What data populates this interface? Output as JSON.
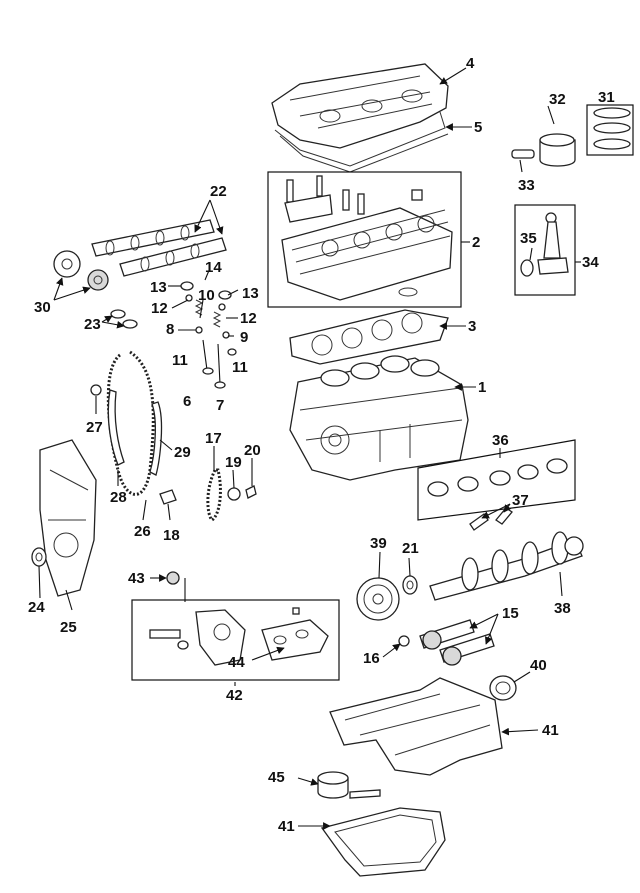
{
  "diagram": {
    "callouts": [
      "1",
      "2",
      "3",
      "4",
      "5",
      "6",
      "7",
      "8",
      "9",
      "10",
      "11",
      "12",
      "13",
      "14",
      "15",
      "16",
      "17",
      "18",
      "19",
      "20",
      "21",
      "22",
      "23",
      "24",
      "25",
      "26",
      "27",
      "28",
      "29",
      "30",
      "31",
      "32",
      "33",
      "34",
      "35",
      "36",
      "37",
      "38",
      "39",
      "40",
      "41",
      "42",
      "43",
      "44",
      "45"
    ]
  }
}
